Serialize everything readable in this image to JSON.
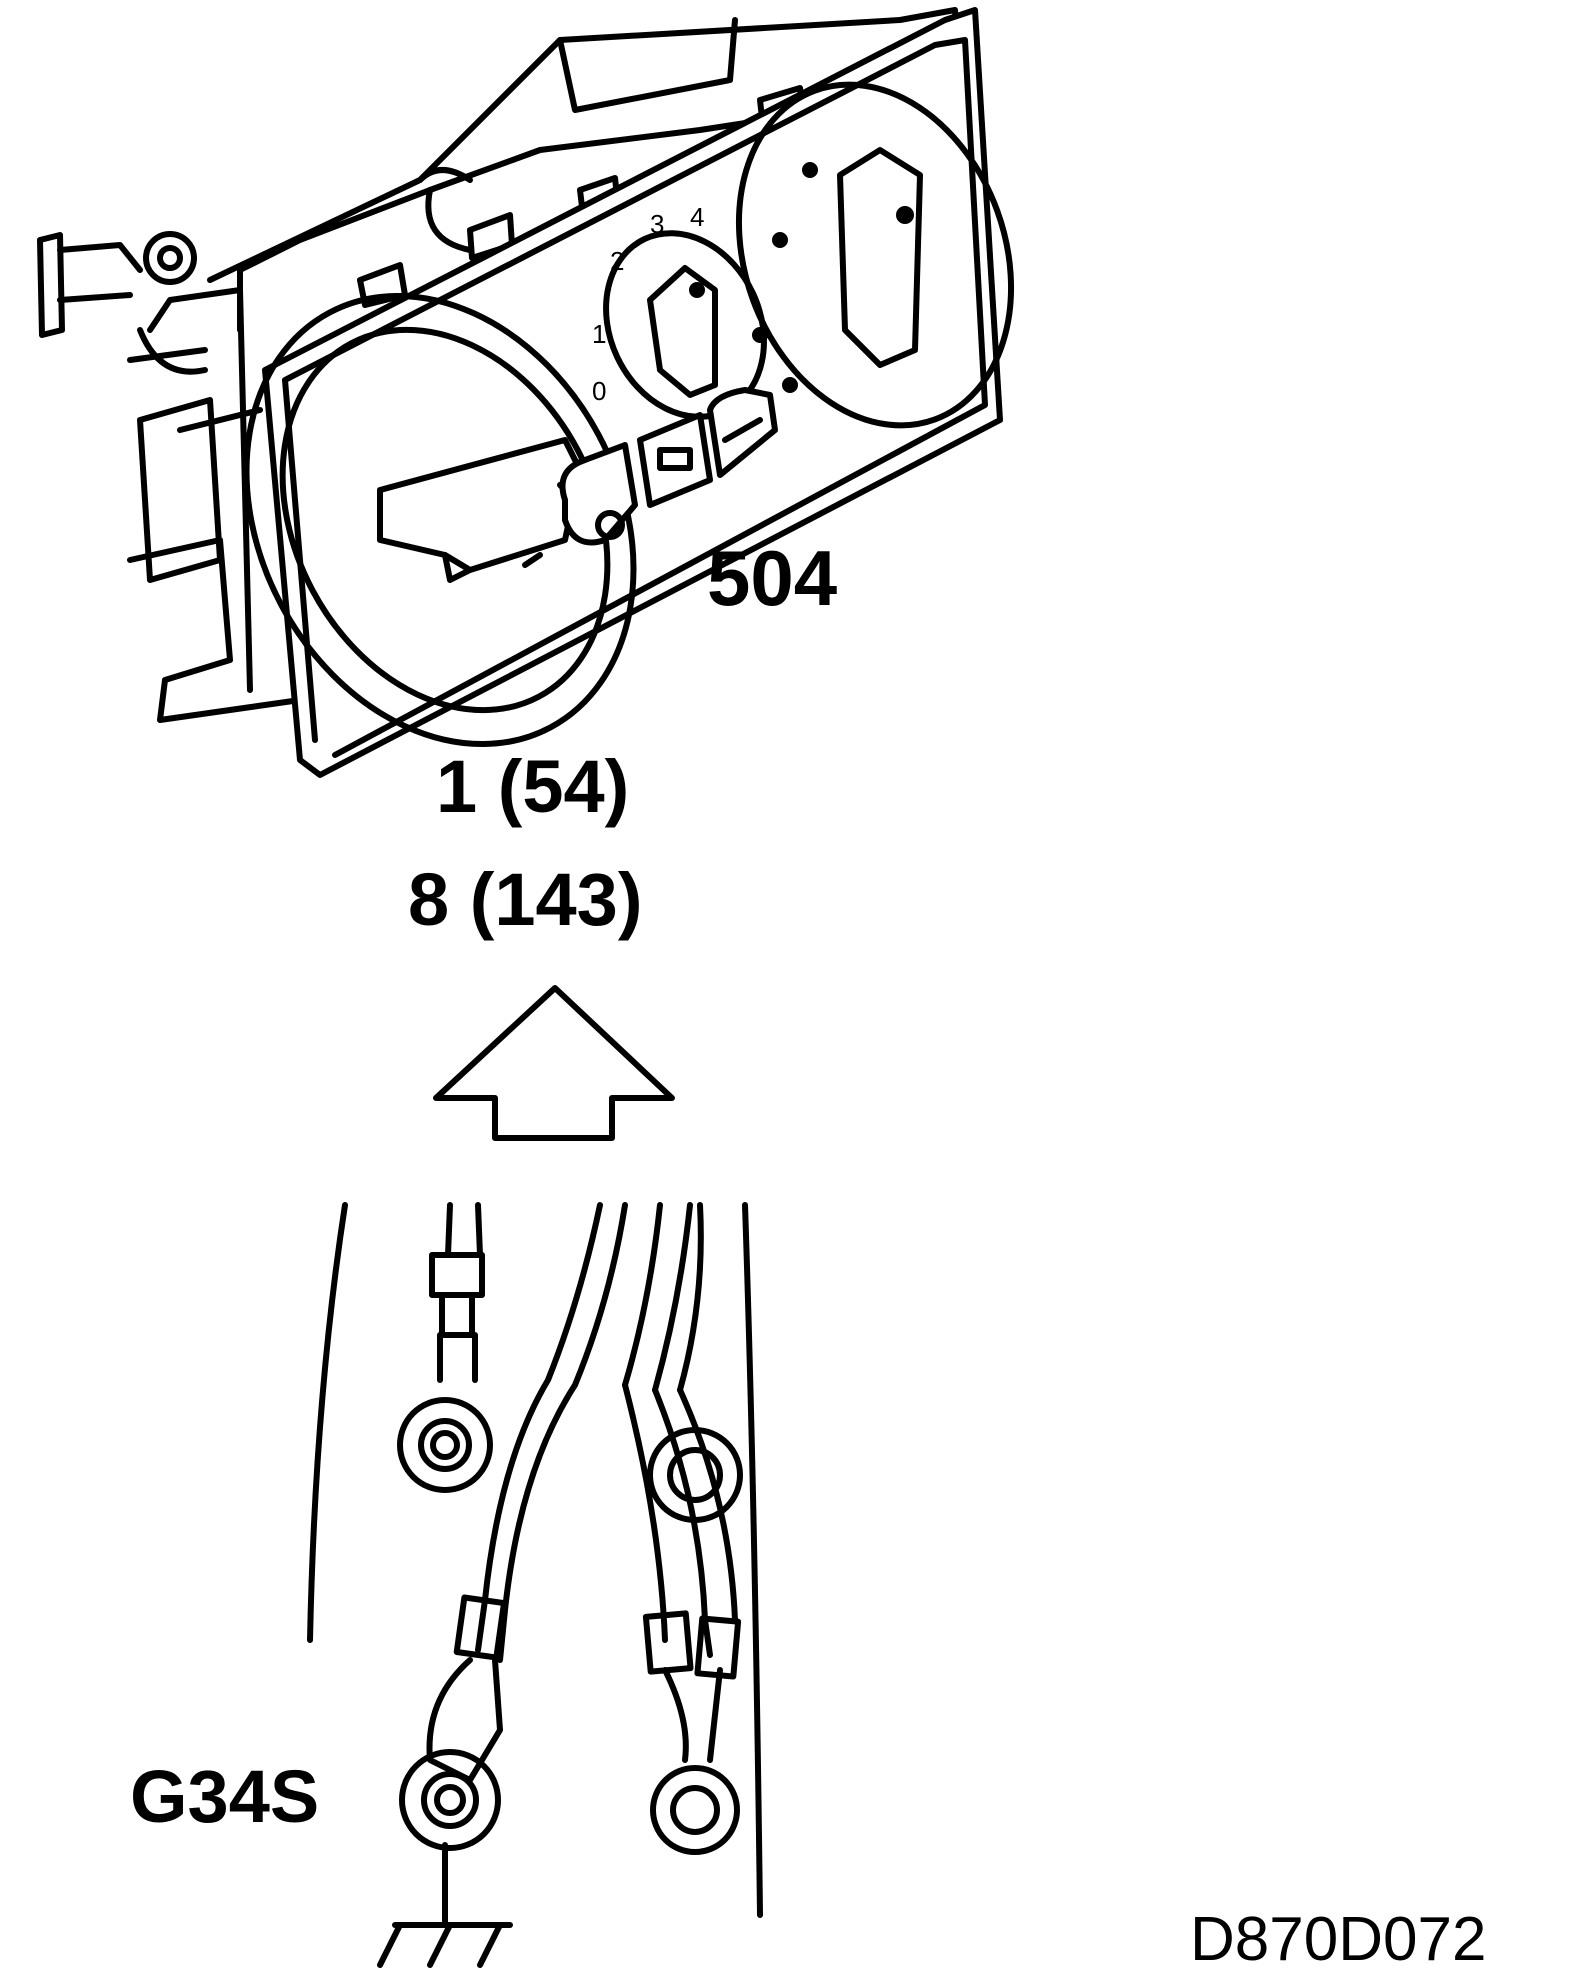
{
  "component": {
    "id": "504"
  },
  "connector": {
    "line1": "1 (54)",
    "line2": "8 (143)"
  },
  "ground": {
    "id": "G34S"
  },
  "figure": {
    "code": "D870D072"
  },
  "panel": {
    "dial_marks": [
      "0",
      "1",
      "2",
      "3",
      "4"
    ]
  },
  "icons": [
    "climate-control-panel-icon",
    "arrow-up-icon",
    "ground-symbol-icon",
    "recirculation-button-icon",
    "ac-button-icon",
    "rear-defrost-button-icon"
  ],
  "colors": {
    "line": "#000000",
    "background": "#ffffff"
  }
}
